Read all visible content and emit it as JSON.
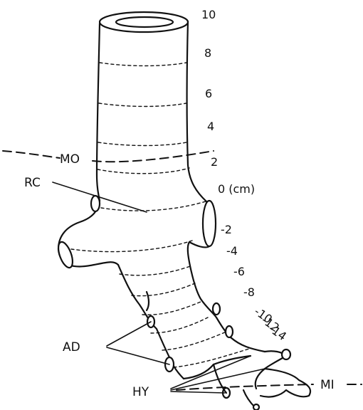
{
  "scale": {
    "values": [
      "10",
      "8",
      "6",
      "4",
      "2",
      "0 (cm)",
      "-2",
      "-4",
      "-6",
      "-8",
      "-10",
      "-12",
      "-14"
    ]
  },
  "labels": {
    "mo": "MO",
    "rc": "RC",
    "ad": "AD",
    "hy": "HY",
    "mi": "MI"
  }
}
